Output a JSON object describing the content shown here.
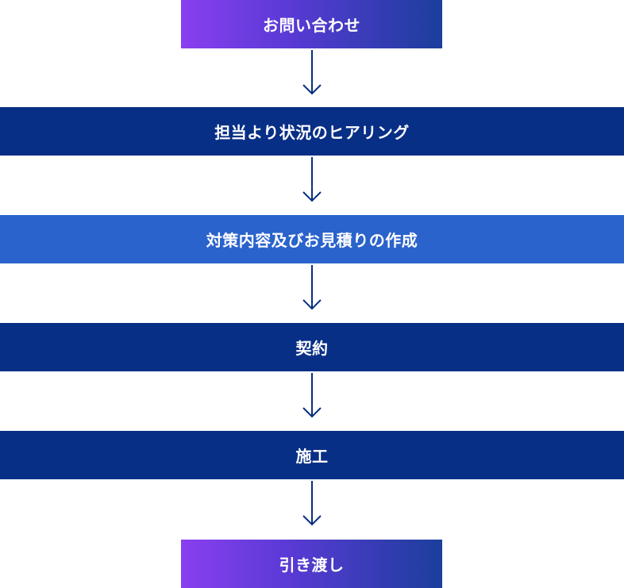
{
  "flow": {
    "steps": [
      {
        "label": "お問い合わせ",
        "style": "gradient"
      },
      {
        "label": "担当より状況のヒアリング",
        "style": "navy"
      },
      {
        "label": "対策内容及びお見積りの作成",
        "style": "blue"
      },
      {
        "label": "契約",
        "style": "navy"
      },
      {
        "label": "施工",
        "style": "navy"
      },
      {
        "label": "引き渡し",
        "style": "gradient"
      }
    ],
    "arrow_icon": "arrow-down-icon"
  },
  "colors": {
    "navy": "#082f86",
    "blue": "#2a63cc",
    "gradient_start": "#8a3ff0",
    "gradient_end": "#1b3e9c",
    "arrow": "#0a2f7d"
  }
}
